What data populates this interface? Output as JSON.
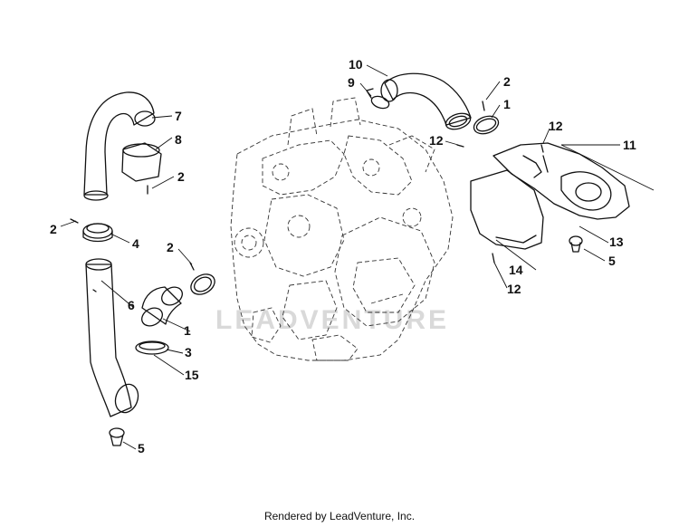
{
  "watermark": "LEADVENTURE",
  "footer": "Rendered by LeadVenture, Inc.",
  "callouts": [
    {
      "id": "c-7",
      "label": "7"
    },
    {
      "id": "c-8",
      "label": "8"
    },
    {
      "id": "c-2-a",
      "label": "2"
    },
    {
      "id": "c-2-b",
      "label": "2"
    },
    {
      "id": "c-4",
      "label": "4"
    },
    {
      "id": "c-6",
      "label": "6"
    },
    {
      "id": "c-5-a",
      "label": "5"
    },
    {
      "id": "c-2-c",
      "label": "2"
    },
    {
      "id": "c-1-a",
      "label": "1"
    },
    {
      "id": "c-3",
      "label": "3"
    },
    {
      "id": "c-15",
      "label": "15"
    },
    {
      "id": "c-10",
      "label": "10"
    },
    {
      "id": "c-9",
      "label": "9"
    },
    {
      "id": "c-2-d",
      "label": "2"
    },
    {
      "id": "c-1-b",
      "label": "1"
    },
    {
      "id": "c-12-a",
      "label": "12"
    },
    {
      "id": "c-12-b",
      "label": "12"
    },
    {
      "id": "c-11",
      "label": "11"
    },
    {
      "id": "c-13",
      "label": "13"
    },
    {
      "id": "c-5-b",
      "label": "5"
    },
    {
      "id": "c-14",
      "label": "14"
    },
    {
      "id": "c-12-c",
      "label": "12"
    }
  ]
}
